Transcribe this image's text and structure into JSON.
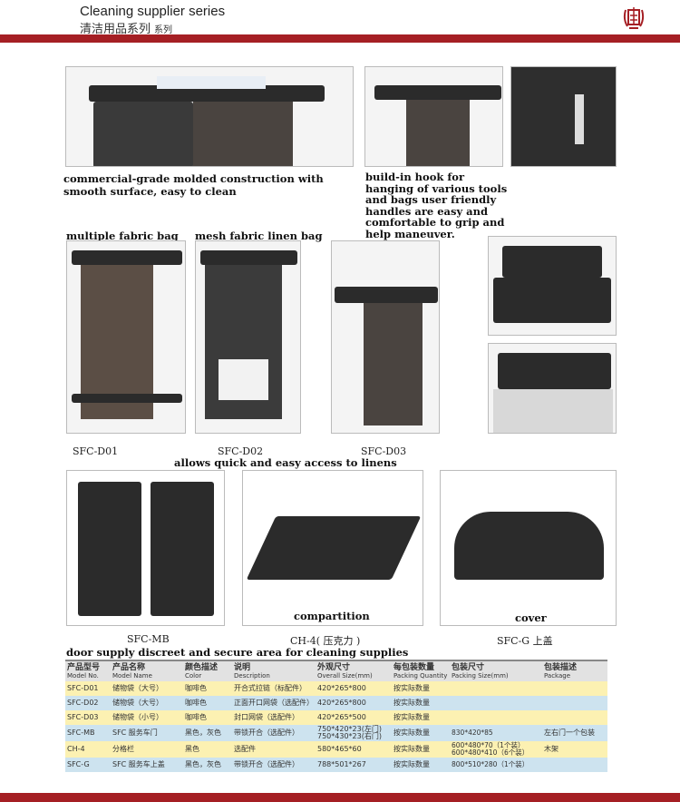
{
  "header": {
    "title_en": "Cleaning supplier series",
    "title_cn": "清洁用品系列",
    "title_cn_small": "系列",
    "logo_text": "南"
  },
  "captions": {
    "molded": "commercial-grade molded construction with smooth surface, easy to clean",
    "hook": "build-in hook for hanging of various tools and bags user friendly handles are easy and comfortable to grip and help maneuver.",
    "fabric_bag": "multiple fabric bag",
    "mesh_bag": "mesh fabric linen bag",
    "linens": "allows quick and easy access to linens",
    "door": "door supply discreet and secure area for cleaning supplies",
    "compartition": "compartition",
    "cover": "cover"
  },
  "product_labels": {
    "d01": "SFC-D01",
    "d02": "SFC-D02",
    "d03": "SFC-D03",
    "mb": "SFC-MB",
    "ch4": "CH-4( 压克力 )",
    "g": "SFC-G 上盖"
  },
  "table": {
    "headers": [
      {
        "cn": "产品型号",
        "en": "Model No."
      },
      {
        "cn": "产品名称",
        "en": "Model Name"
      },
      {
        "cn": "颜色描述",
        "en": "Color"
      },
      {
        "cn": "说明",
        "en": "Description"
      },
      {
        "cn": "外观尺寸",
        "en": "Overall Size(mm)"
      },
      {
        "cn": "每包装数量",
        "en": "Packing Quantity"
      },
      {
        "cn": "包装尺寸",
        "en": "Packing Size(mm)"
      },
      {
        "cn": "包装描述",
        "en": "Package"
      }
    ],
    "rows": [
      [
        "SFC-D01",
        "储物袋（大号）",
        "咖啡色",
        "开合式拉链（标配件）",
        "420*265*800",
        "按实际数量",
        "",
        ""
      ],
      [
        "SFC-D02",
        "储物袋（大号）",
        "咖啡色",
        "正面开口网袋（选配件）",
        "420*265*800",
        "按实际数量",
        "",
        ""
      ],
      [
        "SFC-D03",
        "储物袋（小号）",
        "咖啡色",
        "封口网袋（选配件）",
        "420*265*500",
        "按实际数量",
        "",
        ""
      ],
      [
        "SFC-MB",
        "SFC 服务车门",
        "黑色，灰色",
        "带锁开合（选配件）",
        "750*420*23(左门) 750*430*23(右门)",
        "按实际数量",
        "830*420*85",
        "左右门一个包装"
      ],
      [
        "CH-4",
        "分格栏",
        "黑色",
        "选配件",
        "580*465*60",
        "按实际数量",
        "600*480*70（1个装） 600*480*410（6个装）",
        "木架"
      ],
      [
        "SFC-G",
        "SFC 服务车上盖",
        "黑色，灰色",
        "带锁开合（选配件）",
        "788*501*267",
        "按实际数量",
        "800*510*280（1个装）",
        ""
      ]
    ]
  },
  "colors": {
    "brand_red": "#a51f24",
    "row_yellow": "#fcf1b2",
    "row_blue": "#cde3ef"
  }
}
